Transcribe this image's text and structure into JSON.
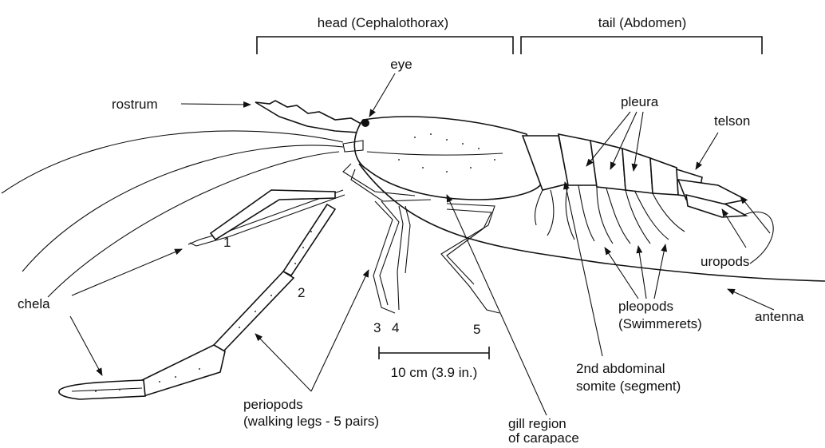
{
  "colors": {
    "ink": "#111111",
    "background": "#ffffff"
  },
  "regions": {
    "head": "head (Cephalothorax)",
    "tail": "tail (Abdomen)"
  },
  "labels": {
    "eye": "eye",
    "rostrum": "rostrum",
    "pleura": "pleura",
    "telson": "telson",
    "uropods": "uropods",
    "chela": "chela",
    "antenna": "antenna",
    "pleopods_1": "pleopods",
    "pleopods_2": "(Swimmerets)",
    "periopods_1": "periopods",
    "periopods_2": "(walking legs - 5 pairs)",
    "somite_1": "2nd abdominal",
    "somite_2": "somite (segment)",
    "gill_1": "gill region",
    "gill_2": "of carapace",
    "leg_1": "1",
    "leg_2": "2",
    "leg_3": "3",
    "leg_4": "4",
    "leg_5": "5"
  },
  "scale_bar": {
    "label": "10 cm (3.9 in.)"
  }
}
